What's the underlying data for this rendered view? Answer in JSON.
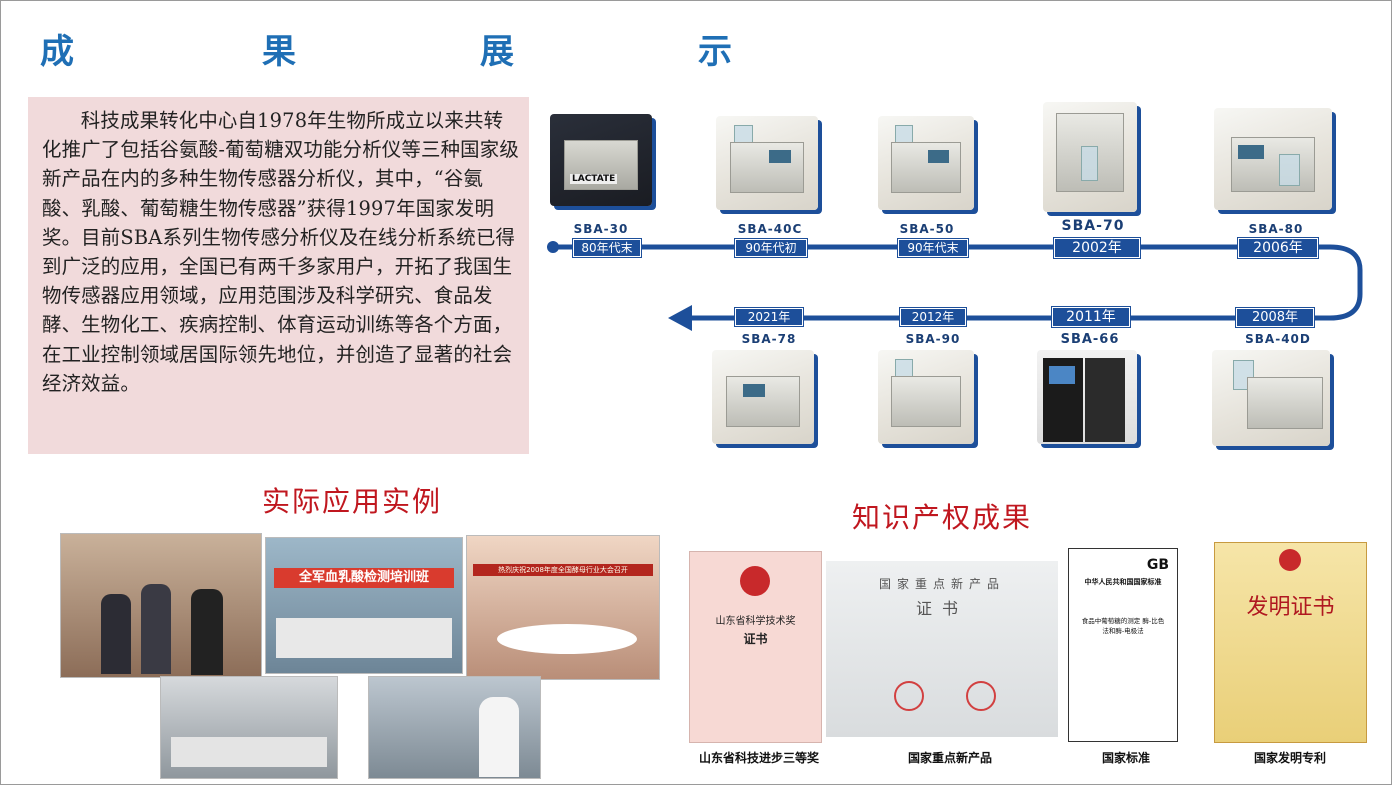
{
  "page_title_chars": [
    "成",
    "果",
    "展",
    "示"
  ],
  "intro_text": "科技成果转化中心自1978年生物所成立以来共转化推广了包括谷氨酸-葡萄糖双功能分析仪等三种国家级新产品在内的多种生物传感器分析仪，其中，“谷氨酸、乳酸、葡萄糖生物传感器”获得1997年国家发明奖。目前SBA系列生物传感分析仪及在线分析系统已得到广泛的应用，全国已有两千多家用户，开拓了我国生物传感器应用领域，应用范围涉及科学研究、食品发酵、生物化工、疾病控制、体育运动训练等各个方面，在工业控制领域居国际领先地位，并创造了显著的社会经济效益。",
  "timeline": {
    "top": [
      {
        "model": "SBA-30",
        "year": "80年代末"
      },
      {
        "model": "SBA-40C",
        "year": "90年代初"
      },
      {
        "model": "SBA-50",
        "year": "90年代末"
      },
      {
        "model": "SBA-70",
        "year": "2002年"
      },
      {
        "model": "SBA-80",
        "year": "2006年"
      }
    ],
    "bottom": [
      {
        "model": "SBA-78",
        "year": "2021年"
      },
      {
        "model": "SBA-90",
        "year": "2012年"
      },
      {
        "model": "SBA-66",
        "year": "2011年"
      },
      {
        "model": "SBA-40D",
        "year": "2008年"
      }
    ],
    "lactate_label": "LACTATE",
    "line_color": "#1d4f9a"
  },
  "applications": {
    "title": "实际应用实例",
    "banner_text": "全军血乳酸检测培训班",
    "meeting_banner": "热烈庆祝2008年度全国酵母行业大会召开"
  },
  "ip": {
    "title": "知识产权成果",
    "certs": [
      {
        "caption": "山东省科技进步三等奖",
        "heading": "山东省科学技术奖",
        "sub": "证书"
      },
      {
        "caption": "国家重点新产品",
        "heading": "国家重点新产品",
        "sub": "证书"
      },
      {
        "caption": "国家标准",
        "heading": "中华人民共和国国家标准",
        "sub": "GB",
        "doc": "食品中葡萄糖的测定 酶-比色法和酶-电极法"
      },
      {
        "caption": "国家发明专利",
        "heading": "发明证书",
        "sub": ""
      }
    ]
  },
  "colors": {
    "title_blue": "#1f6fb5",
    "section_red": "#c0171f",
    "intro_bg": "#f1dadb"
  }
}
